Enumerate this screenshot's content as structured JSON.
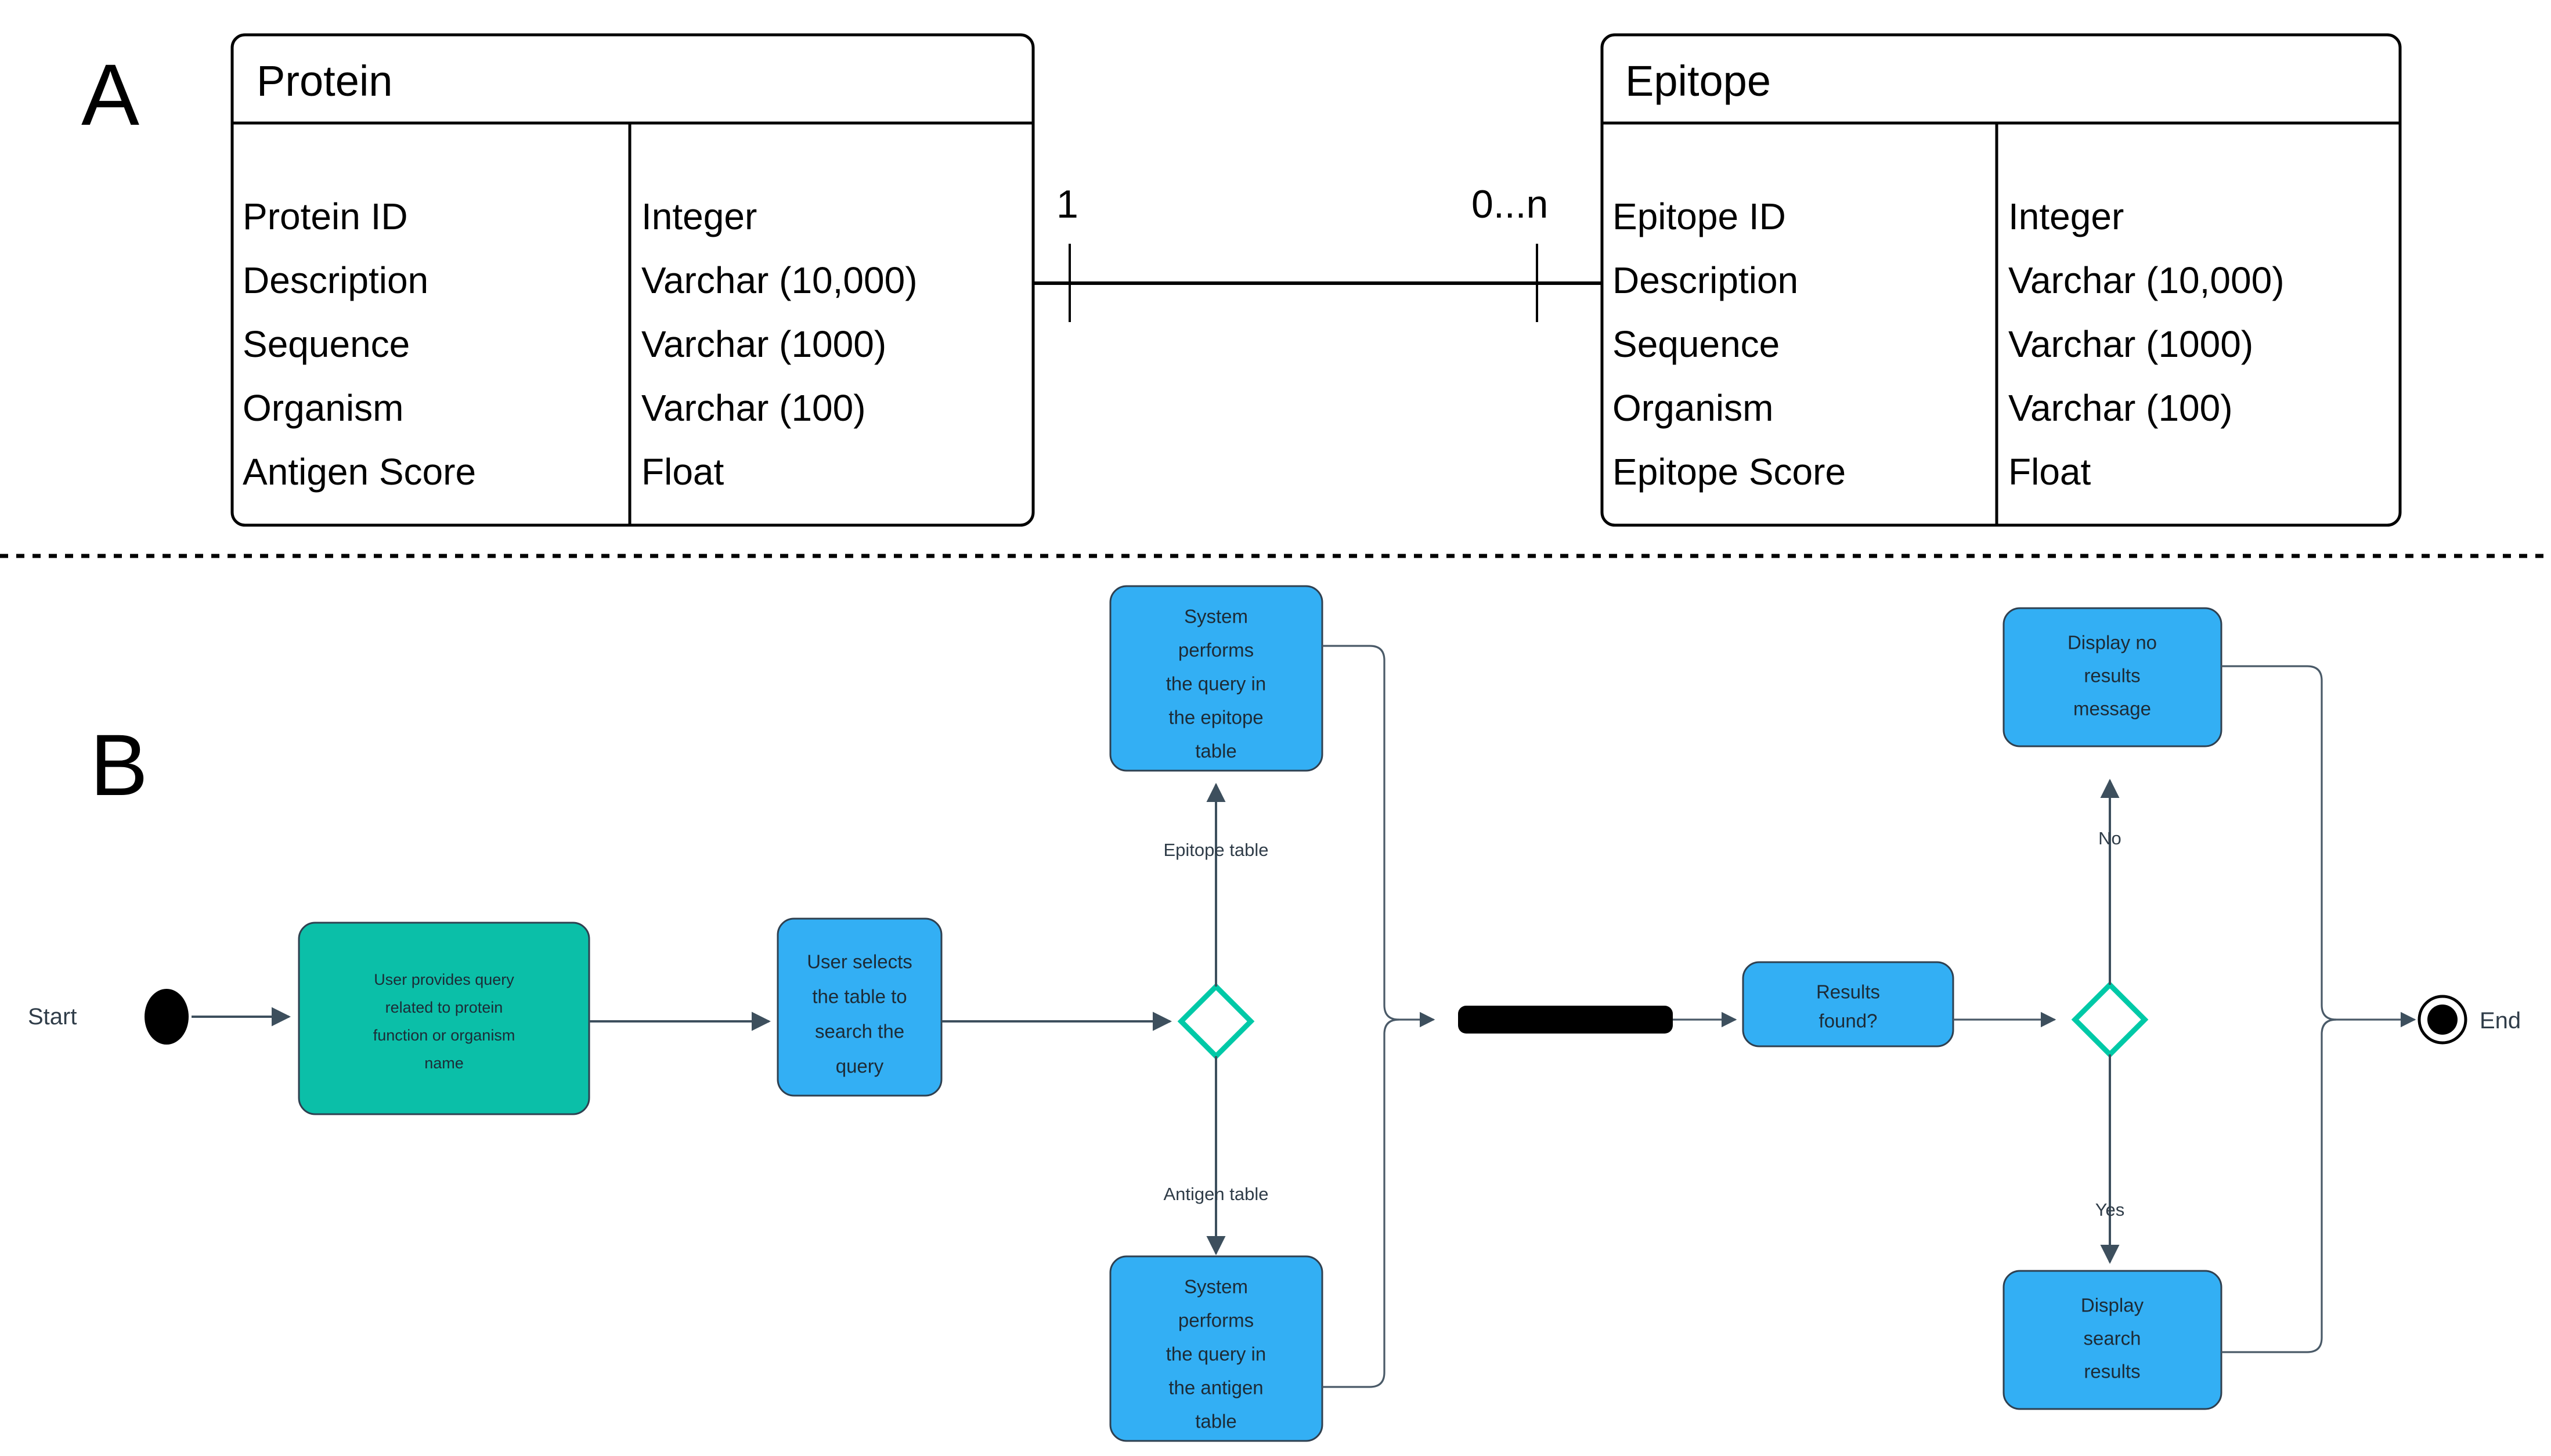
{
  "panels": {
    "a_label": "A",
    "b_label": "B"
  },
  "er_diagram": {
    "entities": [
      {
        "name": "Protein",
        "attributes": [
          {
            "field": "Protein ID",
            "type": "Integer"
          },
          {
            "field": "Description",
            "type": "Varchar (10,000)"
          },
          {
            "field": "Sequence",
            "type": "Varchar (1000)"
          },
          {
            "field": "Organism",
            "type": "Varchar (100)"
          },
          {
            "field": "Antigen Score",
            "type": "Float"
          }
        ]
      },
      {
        "name": "Epitope",
        "attributes": [
          {
            "field": "Epitope ID",
            "type": "Integer"
          },
          {
            "field": "Description",
            "type": "Varchar (10,000)"
          },
          {
            "field": "Sequence",
            "type": "Varchar (1000)"
          },
          {
            "field": "Organism",
            "type": "Varchar (100)"
          },
          {
            "field": "Epitope Score",
            "type": "Float"
          }
        ]
      }
    ],
    "relationship": {
      "left_cardinality": "1",
      "right_cardinality": "0...n"
    }
  },
  "flowchart": {
    "start_label": "Start",
    "end_label": "End",
    "nodes": {
      "user_query": "User provides query related to protein function or organism name",
      "select_table": "User selects the table to search the query",
      "query_epitope": "System performs the query in the epitope table",
      "query_antigen": "System performs the query in the antigen table",
      "results_found": "Results found?",
      "no_results_msg": "Display no results message",
      "search_results": "Display search results"
    },
    "node_lines": {
      "user_query": [
        "User provides query",
        "related to protein",
        "function or organism",
        "name"
      ],
      "select_table": [
        "User selects",
        "the table to",
        "search the",
        "query"
      ],
      "query_epitope": [
        "System",
        "performs",
        "the query in",
        "the epitope",
        "table"
      ],
      "query_antigen": [
        "System",
        "performs",
        "the query in",
        "the antigen",
        "table"
      ],
      "results_found": [
        "Results",
        "found?"
      ],
      "no_results_msg": [
        "Display no",
        "results",
        "message"
      ],
      "search_results": [
        "Display",
        "search",
        "results"
      ]
    },
    "edge_labels": {
      "epitope_branch": "Epitope table",
      "antigen_branch": "Antigen table",
      "no_branch": "No",
      "yes_branch": "Yes"
    }
  },
  "colors": {
    "node_blue": "#33AFF4",
    "node_green": "#0BBFA8",
    "decision_stroke": "#00C9A7",
    "edge": "#3d4f5d",
    "text": "#1d2b36"
  }
}
